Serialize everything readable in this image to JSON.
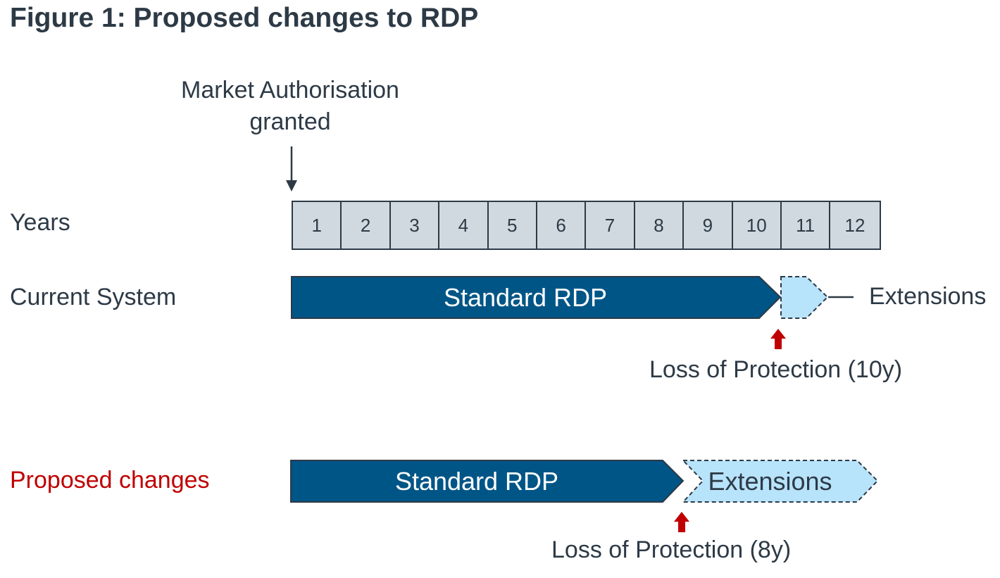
{
  "title": "Figure 1: Proposed changes to RDP",
  "market_authorisation": {
    "line1": "Market Authorisation",
    "line2": "granted"
  },
  "rows": {
    "years": "Years",
    "current": "Current System",
    "proposed": "Proposed changes"
  },
  "year_labels": [
    "1",
    "2",
    "3",
    "4",
    "5",
    "6",
    "7",
    "8",
    "9",
    "10",
    "11",
    "12"
  ],
  "current_system": {
    "bar_label": "Standard RDP",
    "standard_years": 10,
    "extension_label": "Extensions",
    "loss_label": "Loss of Protection (10y)"
  },
  "proposed_changes": {
    "bar_label": "Standard RDP",
    "standard_years": 8,
    "extension_label": "Extensions",
    "loss_label": "Loss of Protection (8y)"
  },
  "colors": {
    "standard": "#005587",
    "extension": "#b7e3fb",
    "text": "#2d3a46",
    "marker": "#c00000"
  }
}
